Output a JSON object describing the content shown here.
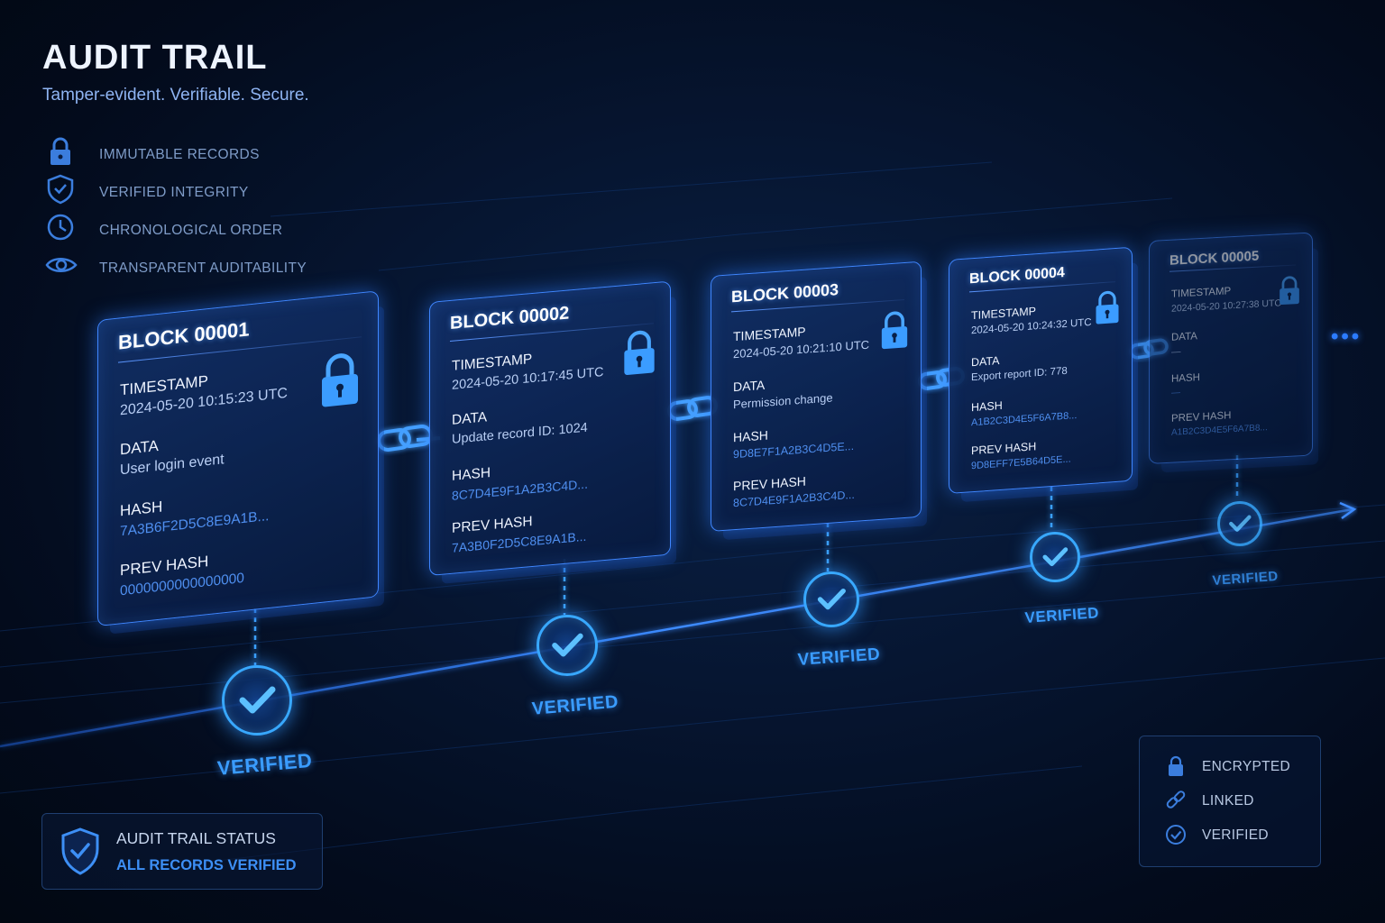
{
  "header": {
    "title": "AUDIT TRAIL",
    "subtitle": "Tamper-evident. Verifiable. Secure."
  },
  "features": [
    {
      "icon": "lock-icon",
      "label": "IMMUTABLE RECORDS"
    },
    {
      "icon": "shield-check-icon",
      "label": "VERIFIED INTEGRITY"
    },
    {
      "icon": "clock-icon",
      "label": "CHRONOLOGICAL ORDER"
    },
    {
      "icon": "eye-icon",
      "label": "TRANSPARENT AUDITABILITY"
    }
  ],
  "field_labels": {
    "timestamp": "TIMESTAMP",
    "data": "DATA",
    "hash": "HASH",
    "prev_hash": "PREV HASH"
  },
  "blocks": [
    {
      "id": "BLOCK 00001",
      "timestamp": "2024-05-20 10:15:23 UTC",
      "data": "User login event",
      "hash": "7A3B6F2D5C8E9A1B...",
      "prev_hash": "0000000000000000",
      "status": "VERIFIED"
    },
    {
      "id": "BLOCK 00002",
      "timestamp": "2024-05-20 10:17:45 UTC",
      "data": "Update record ID: 1024",
      "hash": "8C7D4E9F1A2B3C4D...",
      "prev_hash": "7A3B0F2D5C8E9A1B...",
      "status": "VERIFIED"
    },
    {
      "id": "BLOCK 00003",
      "timestamp": "2024-05-20 10:21:10 UTC",
      "data": "Permission change",
      "hash": "9D8E7F1A2B3C4D5E...",
      "prev_hash": "8C7D4E9F1A2B3C4D...",
      "status": "VERIFIED"
    },
    {
      "id": "BLOCK 00004",
      "timestamp": "2024-05-20 10:24:32 UTC",
      "data": "Export report ID: 778",
      "hash": "A1B2C3D4E5F6A7B8...",
      "prev_hash": "9D8EFF7E5B64D5E...",
      "status": "VERIFIED"
    },
    {
      "id": "BLOCK 00005",
      "timestamp": "2024-05-20 10:27:38 UTC",
      "data": "—",
      "hash": "—",
      "prev_hash": "A1B2C3D4E5F6A7B8...",
      "status": "VERIFIED"
    }
  ],
  "more_indicator": "•••",
  "status_panel": {
    "icon": "shield-check-icon",
    "title": "AUDIT TRAIL STATUS",
    "value": "ALL RECORDS VERIFIED"
  },
  "legend": [
    {
      "icon": "lock-icon",
      "label": "ENCRYPTED"
    },
    {
      "icon": "link-icon",
      "label": "LINKED"
    },
    {
      "icon": "check-circle-icon",
      "label": "VERIFIED"
    }
  ],
  "colors": {
    "accent": "#3f86ff",
    "verified": "#38a8ff",
    "background": "#061530",
    "text_muted": "#7f9cc8"
  }
}
